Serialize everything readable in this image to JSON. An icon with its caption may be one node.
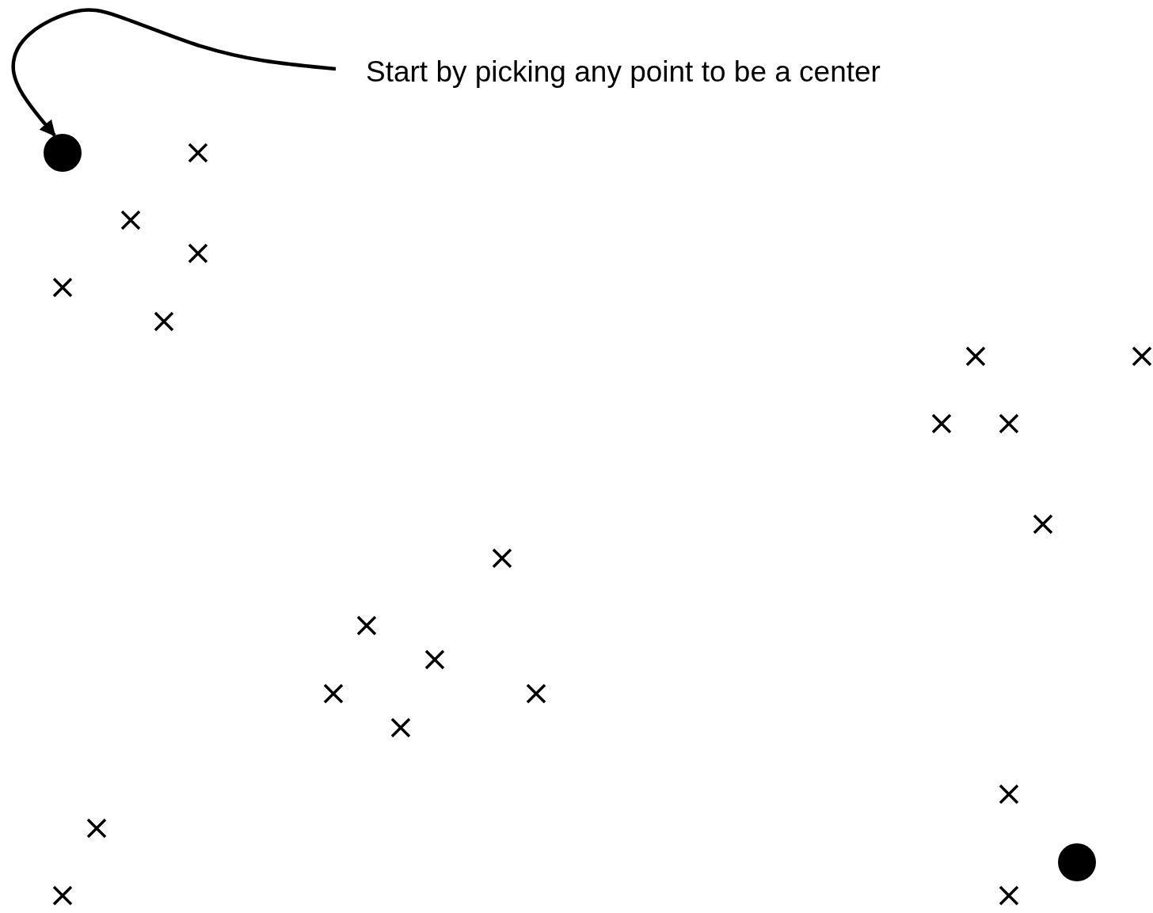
{
  "diagram": {
    "nodes": [
      {
        "text": [
          "Start by picking any point to be a center"
        ]
      },
      {
        "text": [],
        "shape": "circle"
      },
      {
        "text": [],
        "shape": "circle"
      }
    ],
    "edges": [
      {
        "from": 0,
        "to": 1,
        "arrow": "to"
      }
    ]
  }
}
